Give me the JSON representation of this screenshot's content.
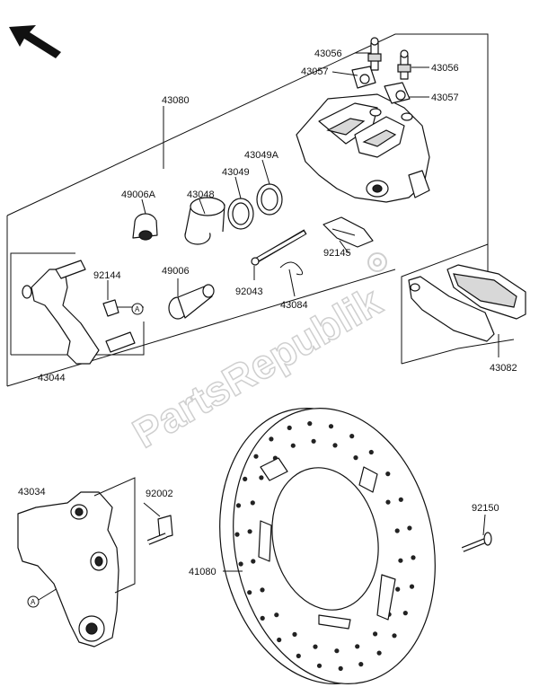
{
  "watermark": "PartsRepublik",
  "callout_letter": "A",
  "labels": {
    "p43056a": "43056",
    "p43056b": "43056",
    "p43057a": "43057",
    "p43057b": "43057",
    "p43080": "43080",
    "p43049a": "43049A",
    "p43049": "43049",
    "p43048": "43048",
    "p49006a": "49006A",
    "p92145": "92145",
    "p92144": "92144",
    "p49006": "49006",
    "p92043": "92043",
    "p43084": "43084",
    "p43044": "43044",
    "p43082": "43082",
    "p43034": "43034",
    "p92002": "92002",
    "p92150": "92150",
    "p41080": "41080"
  },
  "colors": {
    "line": "#111111",
    "watermark": "#cfcfcf"
  },
  "icons": {
    "orientation": "arrow-up-left-icon",
    "watermark_gear": "gear-icon"
  }
}
